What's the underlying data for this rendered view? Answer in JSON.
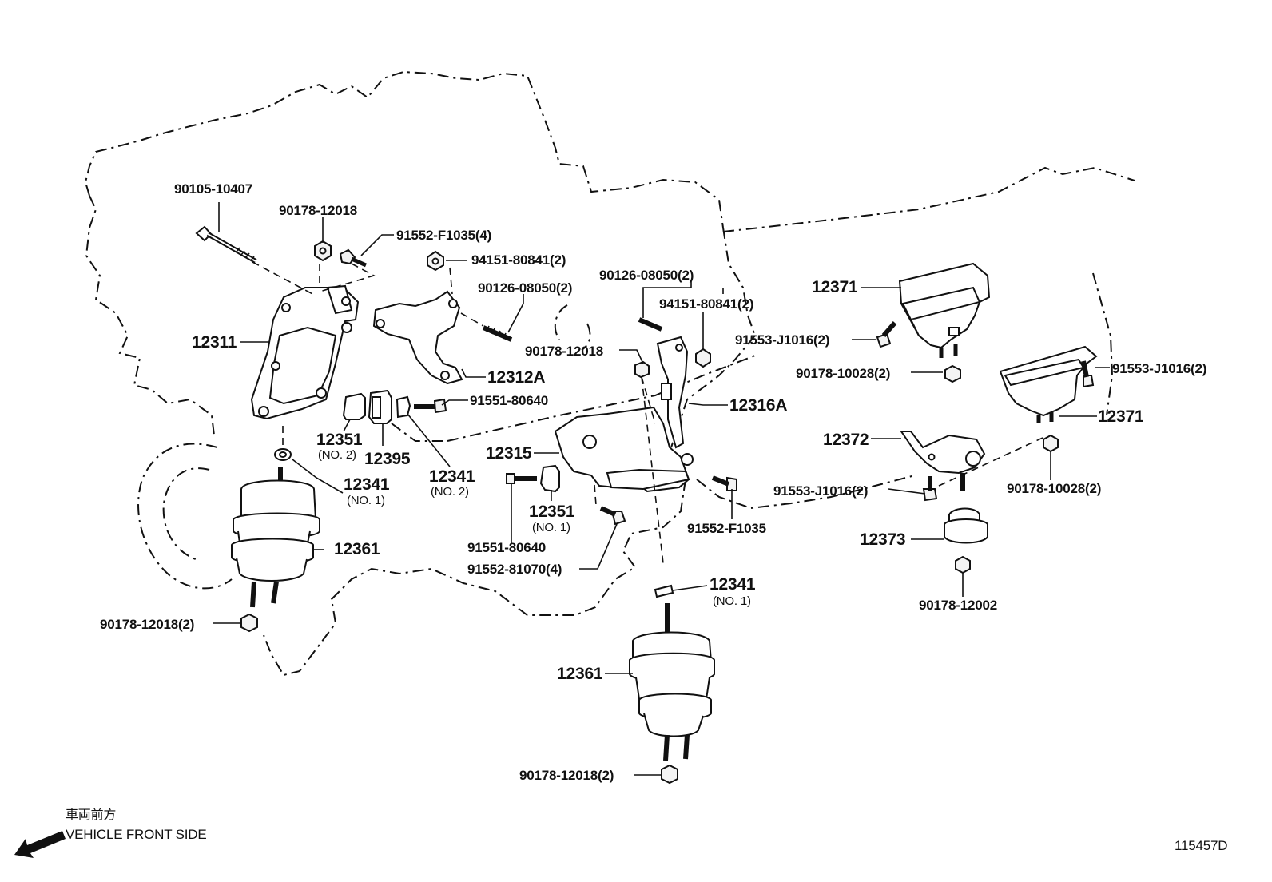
{
  "labels": {
    "p90105_10407": "90105-10407",
    "p90178_12018_top": "90178-12018",
    "p91552_F1035_4": "91552-F1035(4)",
    "p94151_80841_2a": "94151-80841(2)",
    "p90126_08050_2a": "90126-08050(2)",
    "p90126_08050_2b": "90126-08050(2)",
    "p94151_80841_2b": "94151-80841(2)",
    "p90178_12018_mid": "90178-12018",
    "p12371_a": "12371",
    "p91553_J1016_2a": "91553-J1016(2)",
    "p90178_10028_2a": "90178-10028(2)",
    "p91553_J1016_2b": "91553-J1016(2)",
    "p12371_b": "12371",
    "p12311": "12311",
    "p12312A": "12312A",
    "p91551_80640_a": "91551-80640",
    "p12316A": "12316A",
    "p12351_a": "12351",
    "p12351_a_sub": "(NO. 2)",
    "p12395": "12395",
    "p12341_a": "12341",
    "p12341_a_sub": "(NO. 2)",
    "p12315": "12315",
    "p12372": "12372",
    "p90178_10028_2b": "90178-10028(2)",
    "p91553_J1016_2c": "91553-J1016(2)",
    "p12341_b": "12341",
    "p12341_b_sub": "(NO. 1)",
    "p12351_b": "12351",
    "p12351_b_sub": "(NO. 1)",
    "p91552_F1035": "91552-F1035",
    "p12361_a": "12361",
    "p91551_80640_b": "91551-80640",
    "p91552_81070_4": "91552-81070(4)",
    "p12373": "12373",
    "p90178_12002": "90178-12002",
    "p12341_c": "12341",
    "p12341_c_sub": "(NO. 1)",
    "p90178_12018_2a": "90178-12018(2)",
    "p12361_b": "12361",
    "p90178_12018_2b": "90178-12018(2)"
  },
  "front_indicator": {
    "japanese": "車両前方",
    "english": "VEHICLE FRONT SIDE",
    "icon": "arrow-down-left-icon"
  },
  "figure_id": "115457D"
}
